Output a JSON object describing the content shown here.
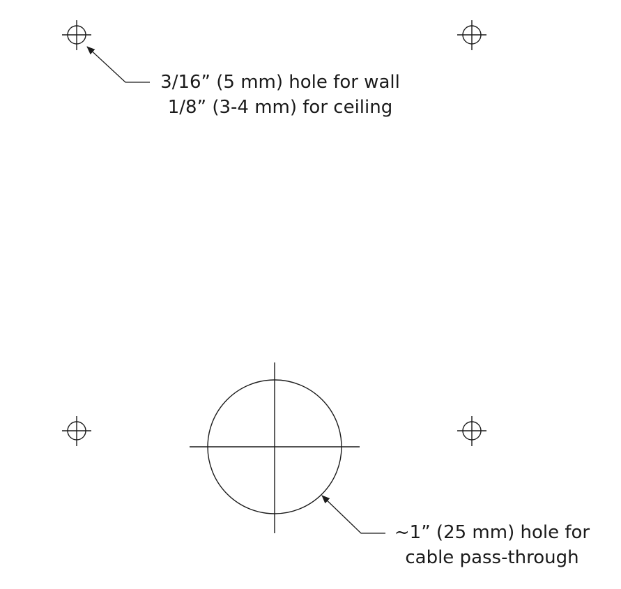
{
  "drawing": {
    "annotations": [
      {
        "id": "mounting-hole-note",
        "lines": [
          "3/16” (5 mm) hole for wall",
          "1/8” (3-4 mm) for ceiling"
        ]
      },
      {
        "id": "cable-hole-note",
        "lines": [
          "~1” (25 mm) hole for",
          "cable pass-through"
        ]
      }
    ],
    "colors": {
      "line": "#1a1a1a",
      "background": "#ffffff"
    }
  }
}
